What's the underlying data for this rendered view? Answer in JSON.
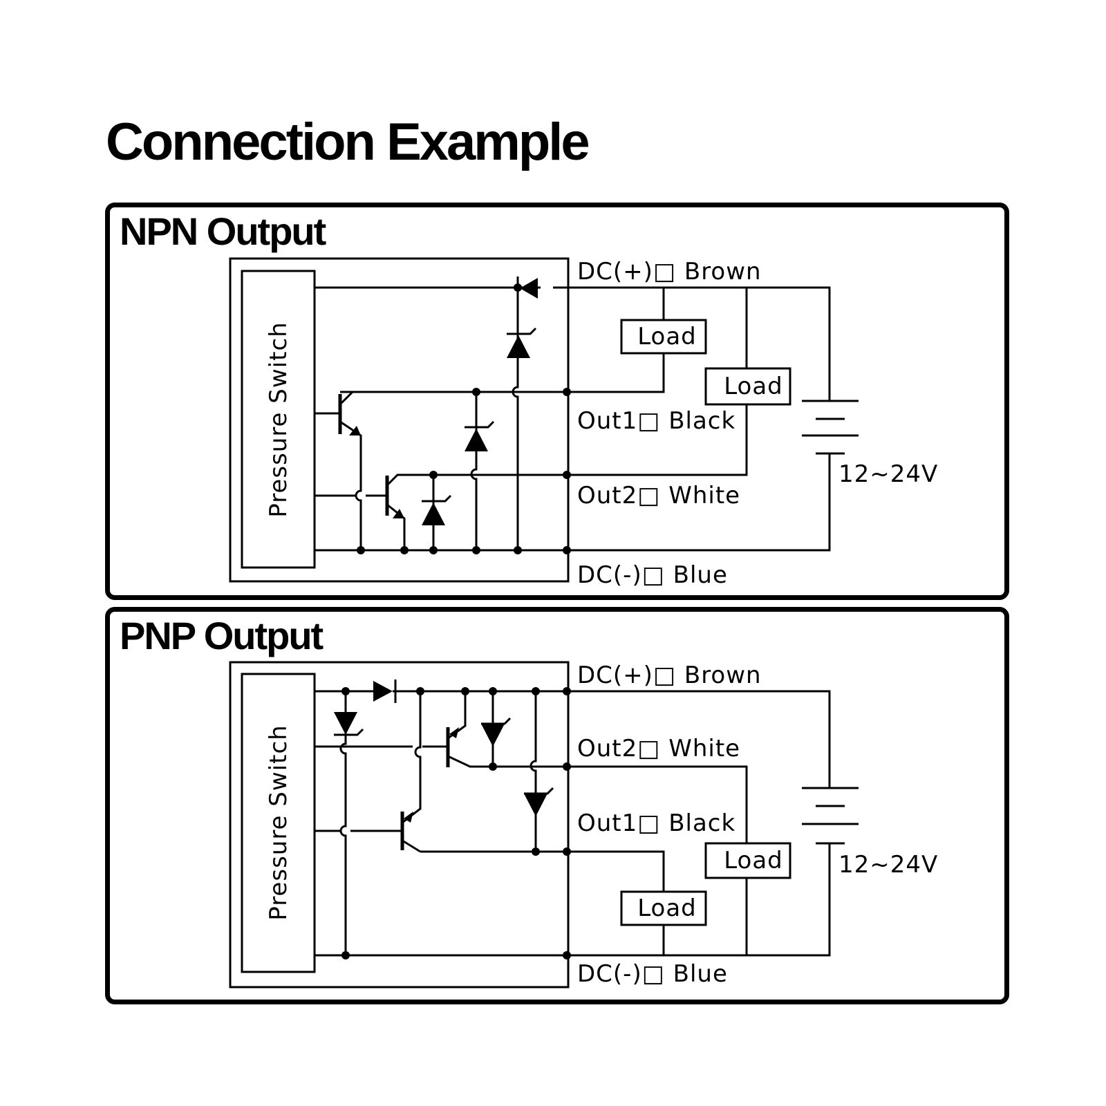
{
  "title": "Connection Example",
  "npn": {
    "title": "NPN Output",
    "switch_label": "Pressure Switch",
    "dc_plus": "DC(+)□ Brown",
    "out1": "Out1□ Black",
    "out2": "Out2□ White",
    "dc_minus": "DC(-)□ Blue",
    "load1": "Load",
    "load2": "Load",
    "voltage": "12~24V"
  },
  "pnp": {
    "title": "PNP Output",
    "switch_label": "Pressure Switch",
    "dc_plus": "DC(+)□ Brown",
    "out2": "Out2□ White",
    "out1": "Out1□ Black",
    "dc_minus": "DC(-)□ Blue",
    "load1": "Load",
    "load2": "Load",
    "voltage": "12~24V"
  }
}
